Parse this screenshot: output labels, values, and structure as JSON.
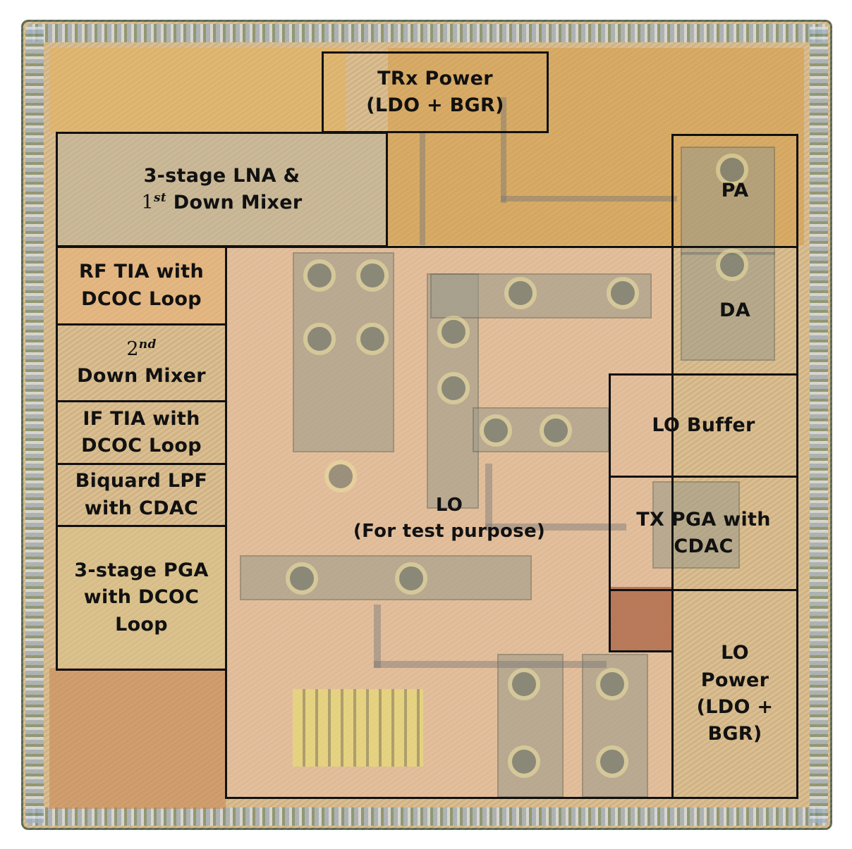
{
  "blocks": {
    "trx_power": "TRx Power\n(LDO + BGR)",
    "lna_line1": "3-stage LNA &",
    "lna_line2_num": "1",
    "lna_line2_sup": "st",
    "lna_line2_rest": " Down Mixer",
    "pa": "PA",
    "rf_tia": "RF TIA with\nDCOC Loop",
    "da": "DA",
    "mixer2_num": "2",
    "mixer2_sup": "nd",
    "mixer2_rest": "Down Mixer",
    "lo_buffer": "LO Buffer",
    "if_tia": "IF TIA with\nDCOC Loop",
    "biquad": "Biquard LPF\nwith CDAC",
    "lo": "LO\n(For test purpose)",
    "tx_pga": "TX PGA with\nCDAC",
    "pga3": "3-stage PGA\nwith DCOC\nLoop",
    "lo_power": "LO\nPower\n(LDO +\nBGR)"
  },
  "colors": {
    "die": "#d8ba8a",
    "block_border": "#111111",
    "label_text": "#111111"
  }
}
